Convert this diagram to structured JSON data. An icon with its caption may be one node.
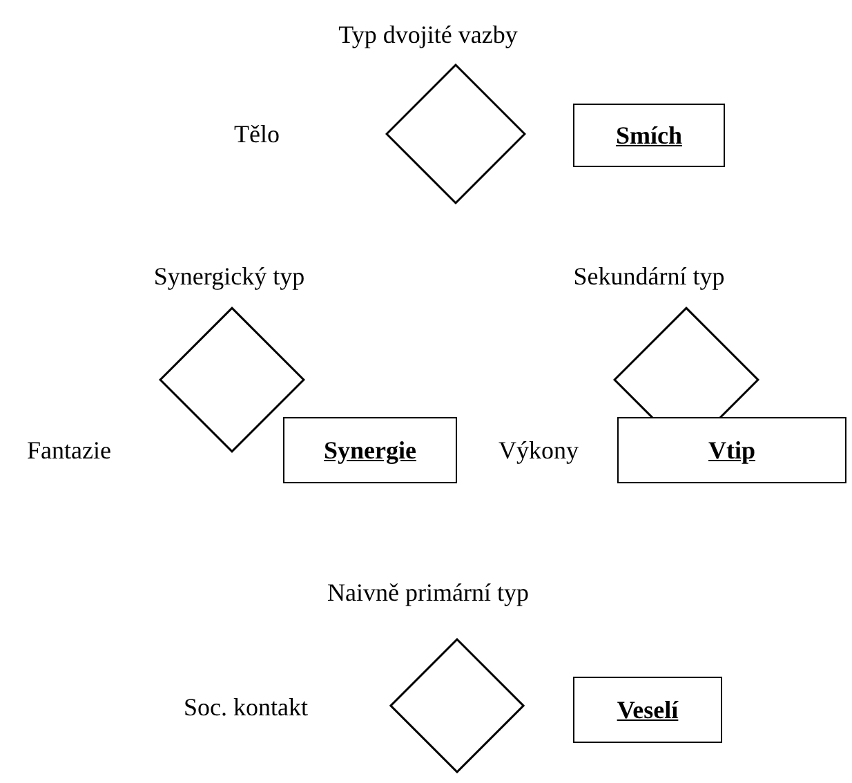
{
  "diagram": {
    "nodes": [
      {
        "text": [],
        "shape": "diamond"
      },
      {
        "text": [
          "Smích"
        ]
      },
      {
        "text": [],
        "shape": "diamond"
      },
      {
        "text": [],
        "shape": "diamond"
      },
      {
        "text": [
          "Synergie"
        ]
      },
      {
        "text": [
          "Vtip"
        ]
      },
      {
        "text": [],
        "shape": "diamond"
      },
      {
        "text": [
          "Veselí"
        ]
      }
    ],
    "labels": [
      "Typ dvojité vazby",
      "Tělo",
      "Synergický typ",
      "Sekundární typ",
      "Fantazie",
      "Výkony",
      "Naivně primární typ",
      "Soc. kontakt"
    ]
  }
}
